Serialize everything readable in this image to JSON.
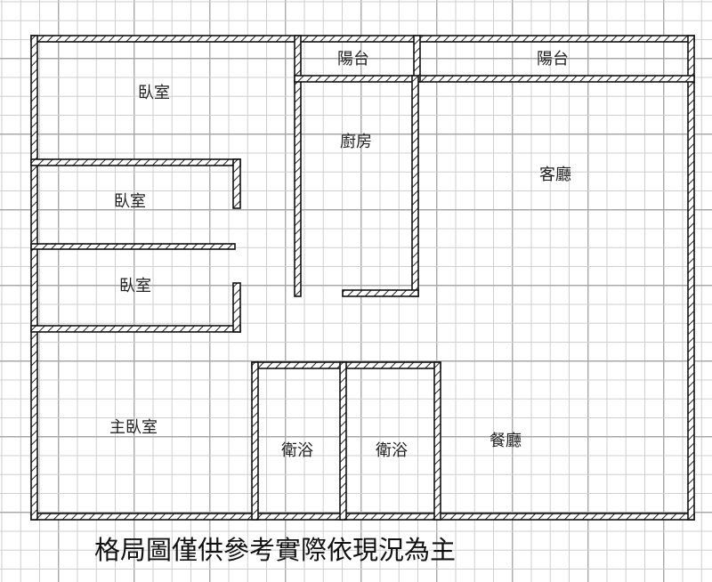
{
  "floor_plan": {
    "rooms": [
      {
        "id": "balcony-1",
        "label": "陽台"
      },
      {
        "id": "balcony-2",
        "label": "陽台"
      },
      {
        "id": "bedroom-1",
        "label": "臥室"
      },
      {
        "id": "kitchen",
        "label": "廚房"
      },
      {
        "id": "living-room",
        "label": "客廳"
      },
      {
        "id": "bedroom-2",
        "label": "臥室"
      },
      {
        "id": "bedroom-3",
        "label": "臥室"
      },
      {
        "id": "master-bedroom",
        "label": "主臥室"
      },
      {
        "id": "bathroom-1",
        "label": "衛浴"
      },
      {
        "id": "bathroom-2",
        "label": "衛浴"
      },
      {
        "id": "dining-room",
        "label": "餐廳"
      }
    ],
    "disclaimer": "格局圖僅供參考實際依現況為主"
  },
  "colors": {
    "wall": "#111111",
    "grid_minor": "#cfcfcf",
    "grid_major": "#a8a8a8"
  }
}
